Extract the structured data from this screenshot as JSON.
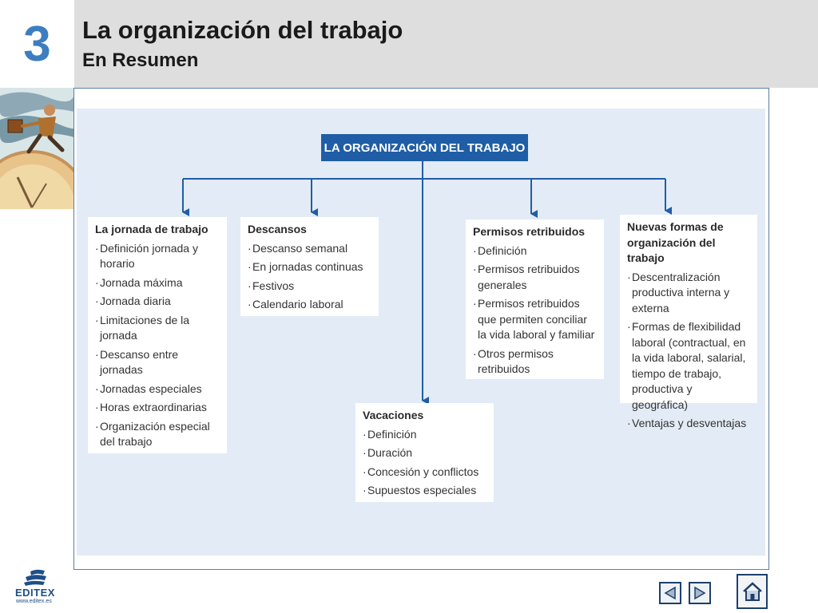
{
  "header": {
    "chapter_number": "3",
    "title": "La organización del trabajo",
    "subtitle": "En Resumen"
  },
  "diagram": {
    "root": "LA ORGANIZACIÓN DEL TRABAJO",
    "nodes": [
      {
        "title": "La jornada de trabajo",
        "items": [
          "Definición jornada y horario",
          "Jornada máxima",
          "Jornada diaria",
          "Limitaciones de la jornada",
          "Descanso entre jornadas",
          "Jornadas especiales",
          "Horas extraordinarias",
          "Organización especial del trabajo"
        ]
      },
      {
        "title": "Descansos",
        "items": [
          "Descanso semanal",
          "En jornadas continuas",
          "Festivos",
          "Calendario laboral"
        ]
      },
      {
        "title": "Vacaciones",
        "items": [
          "Definición",
          "Duración",
          "Concesión y conflictos",
          "Supuestos especiales"
        ]
      },
      {
        "title": "Permisos retribuidos",
        "items": [
          "Definición",
          "Permisos retribuidos generales",
          "Permisos retribuidos que permiten conciliar la vida laboral y familiar",
          "Otros permisos retribuidos"
        ]
      },
      {
        "title": "Nuevas formas de organización del trabajo",
        "items": [
          "Descentralización productiva interna y externa",
          "Formas de flexibilidad laboral (contractual, en la vida laboral, salarial, tiempo de trabajo, productiva y geográfica)",
          "Ventajas y desventajas"
        ]
      }
    ]
  },
  "footer": {
    "logo_text": "EDITEX",
    "logo_url": "www.editex.es",
    "prev_icon": "triangle-left-icon",
    "next_icon": "triangle-right-icon",
    "home_icon": "home-icon"
  },
  "colors": {
    "accent": "#3d7ec1",
    "root_box": "#1f5ea6",
    "diagram_bg": "#e3ebf6",
    "header_bg": "#dedede"
  }
}
